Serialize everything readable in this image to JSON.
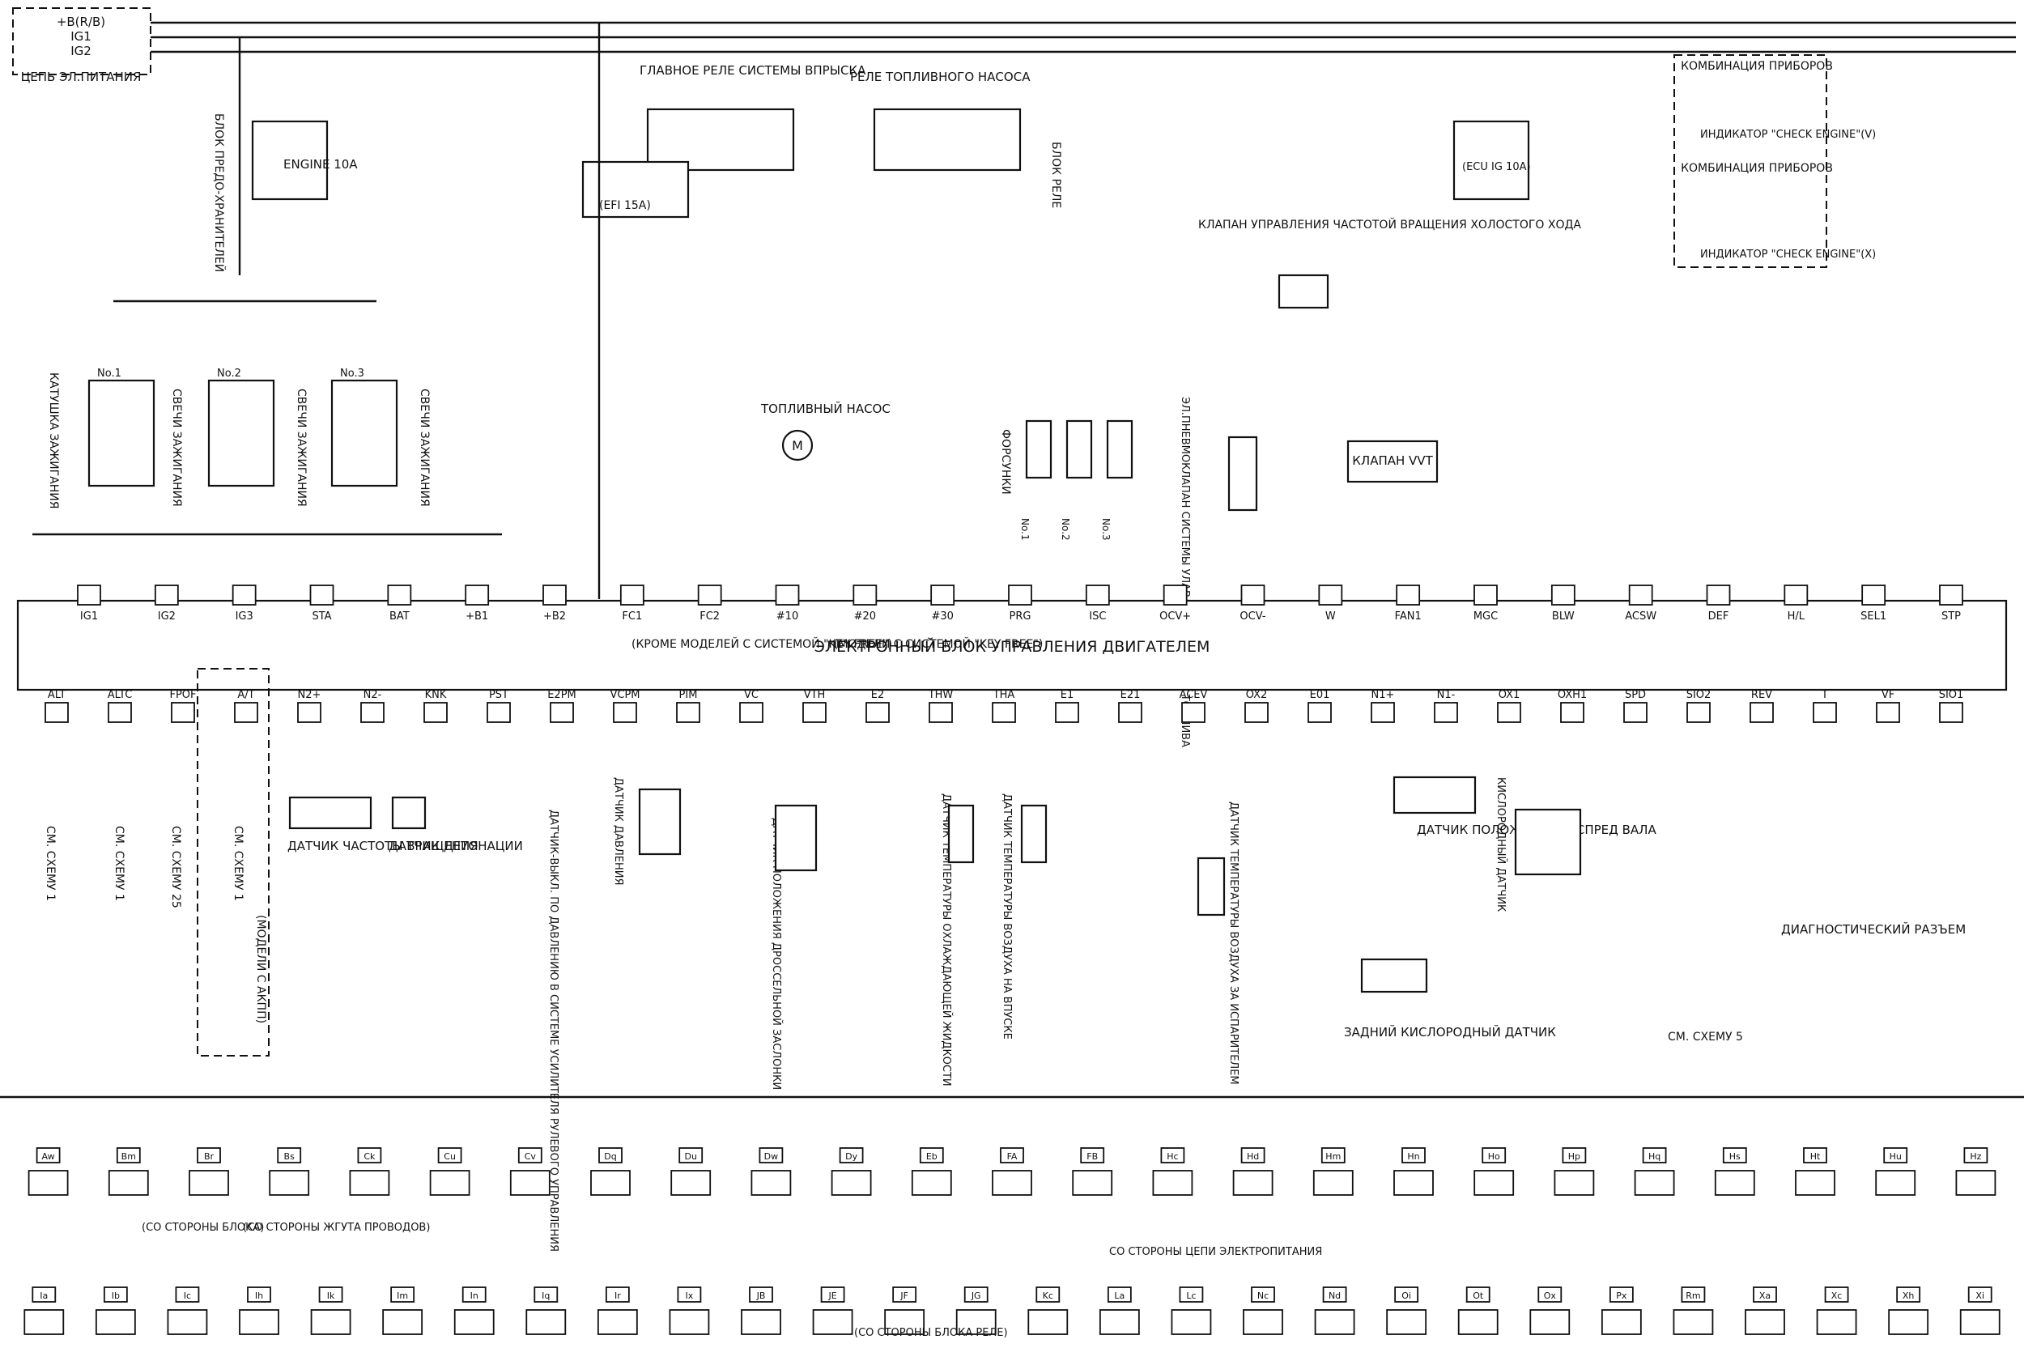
{
  "power": {
    "label": "ЦЕПЬ ЭЛ.ПИТАНИЯ",
    "lines": [
      "+B(R/B)",
      "IG1",
      "IG2"
    ]
  },
  "relay_main": "ГЛАВНОЕ РЕЛЕ СИСТЕМЫ ВПРЫСКА",
  "relay_pump": "РЕЛЕ ТОПЛИВНОГО НАСОСА",
  "relay_block": "БЛОК РЕЛЕ",
  "fuse_block": "БЛОК ПРЕДО-ХРАНИТЕЛЕЙ",
  "fuses": {
    "engine": "ENGINE 10A",
    "efi": "(EFI 15A)",
    "ecu_ig": "(ECU IG 10A)"
  },
  "coil": "КАТУШКА ЗАЖИГАНИЯ",
  "coil_numbers": [
    "No.1",
    "No.2",
    "No.3"
  ],
  "plugs": "СВЕЧИ ЗАЖИГАНИЯ",
  "fuel_pump": "ТОПЛИВНЫЙ НАСОС",
  "injectors": "ФОРСУНКИ",
  "injector_numbers": [
    "No.1",
    "No.2",
    "No.3"
  ],
  "isc_valve": "КЛАПАН УПРАВЛЕНИЯ ЧАСТОТОЙ ВРАЩЕНИЯ ХОЛОСТОГО ХОДА",
  "evap_valve": "ЭЛ.ПНЕВМОКЛАПАН СИСТЕМЫ УЛАВЛИВАНИЯ ПАРОВ ТОПЛИВА",
  "vvt_valve": "КЛАПАН VVT",
  "combo": "КОМБИНАЦИЯ ПРИБОРОВ",
  "check_v": "ИНДИКАТОР \"CHECK ENGINE\"(V)",
  "check_x": "ИНДИКАТОР \"CHECK ENGINE\"(X)",
  "ecu_title": "ЭЛЕКТРОННЫЙ БЛОК УПРАВЛЕНИЯ ДВИГАТЕЛЕМ",
  "key_free_no": "(КРОМЕ МОДЕЛЕЙ С СИСТЕМОЙ \"KEY FREE\")",
  "key_free_yes": "(МОДЕЛИ С СИСТЕМОЙ \"KEY FREE\")",
  "top_pins": [
    "IG1",
    "IG2",
    "IG3",
    "STA",
    "BAT",
    "+B1",
    "+B2",
    "FC1",
    "FC2",
    "#10",
    "#20",
    "#30",
    "PRG",
    "ISC",
    "OCV+",
    "OCV-",
    "W",
    "FAN1",
    "MGC",
    "BLW",
    "ACSW",
    "DEF",
    "H/L",
    "SEL1",
    "STP"
  ],
  "bottom_pins": [
    "ALT",
    "ALTC",
    "FPOF",
    "A/T",
    "N2+",
    "N2-",
    "KNK",
    "PST",
    "E2PM",
    "VCPM",
    "PIM",
    "VC",
    "VTH",
    "E2",
    "THW",
    "THA",
    "E1",
    "E21",
    "ACEV",
    "OX2",
    "E01",
    "N1+",
    "N1-",
    "OX1",
    "OXH1",
    "SPD",
    "SIO2",
    "REV",
    "T",
    "VF",
    "SIO1"
  ],
  "refs": {
    "left": [
      "СМ. СХЕМУ 1",
      "СМ. СХЕМУ 1",
      "СМ. СХЕМУ 25",
      "СМ. СХЕМУ 1"
    ],
    "bottom": "СМ. СХЕМУ 5"
  },
  "sensors": {
    "speed": "ДАТЧИК ЧАСТОТЫ ВРАЩЕНИЯ",
    "knock": "ДАТЧИК ДЕТОНАЦИИ",
    "ps": "ДАТЧИК-ВЫКЛ. ПО ДАВЛЕНИЮ В СИСТЕМЕ УСИЛИТЕЛЯ РУЛЕВОГО УПРАВЛЕНИЯ",
    "pressure": "ДАТЧИК ДАВЛЕНИЯ",
    "throttle": "ДАТЧИК ПОЛОЖЕНИЯ ДРОССЕЛЬНОЙ ЗАСЛОНКИ",
    "coolant": "ДАТЧИК ТЕМПЕРАТУРЫ ОХЛАЖДАЮЩЕЙ ЖИДКОСТИ",
    "intake": "ДАТЧИК ТЕМПЕРАТУРЫ ВОЗДУХА НА ВПУСКЕ",
    "evap_temp": "ДАТЧИК ТЕМПЕРАТУРЫ ВОЗДУХА ЗА ИСПАРИТЕЛЕМ",
    "cam": "ДАТЧИК ПОЛОЖЕНИЯ РАСПРЕД ВАЛА",
    "o2_rear": "ЗАДНИЙ КИСЛОРОДНЫЙ ДАТЧИК",
    "o2": "КИСЛОРОДНЫЙ ДАТЧИК"
  },
  "diag": "ДИАГНОСТИЧЕСКИЙ РАЗЪЕМ",
  "at_models": "(МОДЕЛИ С АКПП)",
  "connectors_row1": [
    "Aw",
    "Bm",
    "Br",
    "Bs",
    "Ck",
    "Cu",
    "Cv",
    "Dq",
    "Du",
    "Dw",
    "Dy",
    "Eb",
    "FA",
    "FB",
    "Hc",
    "Hd",
    "Hm",
    "Hn",
    "Ho",
    "Hp",
    "Hq",
    "Hs",
    "Ht",
    "Hu",
    "Hz"
  ],
  "connectors_row2": [
    "Ia",
    "Ib",
    "Ic",
    "Ih",
    "Ik",
    "Im",
    "In",
    "Iq",
    "Ir",
    "Ix",
    "JB",
    "JE",
    "JF",
    "JG",
    "Kc",
    "La",
    "Lc",
    "Nc",
    "Nd",
    "Oi",
    "Ot",
    "Ox",
    "Px",
    "Rm",
    "Xa",
    "Xc",
    "Xh",
    "Xi"
  ],
  "connector_notes": {
    "block_side": "(СО СТОРОНЫ БЛОКА)",
    "harness_side": "(СО СТОРОНЫ ЖГУТА ПРОВОДОВ)",
    "power_side": "СО СТОРОНЫ ЦЕПИ ЭЛЕКТРОПИТАНИЯ",
    "relay_side": "(СО СТОРОНЫ БЛОКА РЕЛЕ)"
  }
}
